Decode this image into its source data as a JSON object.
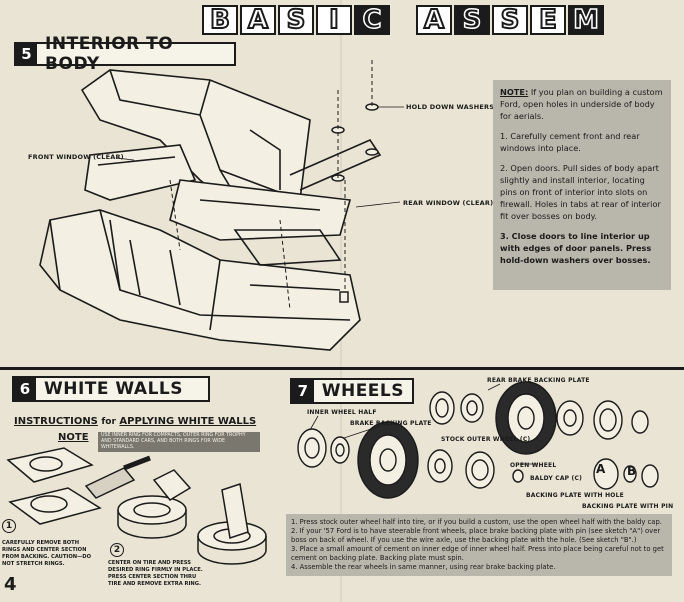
{
  "header": {
    "letters": [
      "B",
      "A",
      "S",
      "I",
      "C",
      "",
      "A",
      "S",
      "S",
      "E",
      "M"
    ]
  },
  "interior": {
    "num": "5",
    "title": "INTERIOR TO BODY",
    "labels": {
      "hold_down": "HOLD DOWN WASHERS",
      "front_window": "FRONT WINDOW (CLEAR)",
      "rear_window": "REAR WINDOW (CLEAR)"
    },
    "note_prefix": "NOTE:",
    "note_text": " If you plan on building a custom Ford, open holes in underside of body for aerials.",
    "steps": [
      "1. Carefully cement front and rear windows into place.",
      "2. Open doors. Pull sides of body apart slightly and install interior, locating pins on front of interior into slots on firewall. Holes in tabs at rear of interior fit over bosses on body.",
      "3. Close doors to line interior up with edges of door panels. Press hold-down washers over bosses."
    ]
  },
  "white_walls": {
    "num": "6",
    "title": "WHITE WALLS",
    "instr_a": "INSTRUCTIONS",
    "instr_for": "for",
    "instr_b": "APPLYING WHITE WALLS",
    "note_label": "NOTE",
    "note_text": "USE INNER RING FOR COMPACTS, OUTER RING FOR TROPHY AND STANDARD CARS, AND BOTH RINGS FOR WIDE WHITEWALLS.",
    "step1_num": "1",
    "step1": "CAREFULLY REMOVE BOTH RINGS AND CENTER SECTION FROM BACKING. CAUTION—DO NOT STRETCH RINGS.",
    "step2_num": "2",
    "step2": "CENTER ON TIRE AND PRESS DESIRED RING FIRMLY IN PLACE. PRESS CENTER SECTION THRU TIRE AND REMOVE EXTRA RING.",
    "page_number": "4"
  },
  "wheels": {
    "num": "7",
    "title": "WHEELS",
    "labels": {
      "rear_brake": "REAR BRAKE BACKING PLATE",
      "inner_half": "INNER WHEEL HALF",
      "brake_plate": "BRAKE BACKING PLATE",
      "stock_outer": "STOCK OUTER WHEEL (C)",
      "open_wheel": "OPEN WHEEL",
      "baldy_cap": "BALDY CAP (C)",
      "with_hole": "BACKING PLATE WITH HOLE",
      "with_pin": "BACKING PLATE WITH PIN",
      "sketch_a": "A",
      "sketch_b": "B"
    },
    "steps": [
      "1. Press stock outer wheel half into tire, or if you build a custom, use the open wheel half with the baldy cap.",
      "2. If your '57 Ford is to have steerable front wheels, place brake backing plate with pin (see sketch \"A\") over boss on back of wheel. If you use the wire axle, use the backing plate with the hole. (See sketch \"B\".)",
      "3. Place a small amount of cement on inner edge of inner wheel half. Press into place being careful not to get cement on backing plate. Backing plate must spin.",
      "4. Assemble the rear wheels in same manner, using rear brake backing plate."
    ]
  }
}
